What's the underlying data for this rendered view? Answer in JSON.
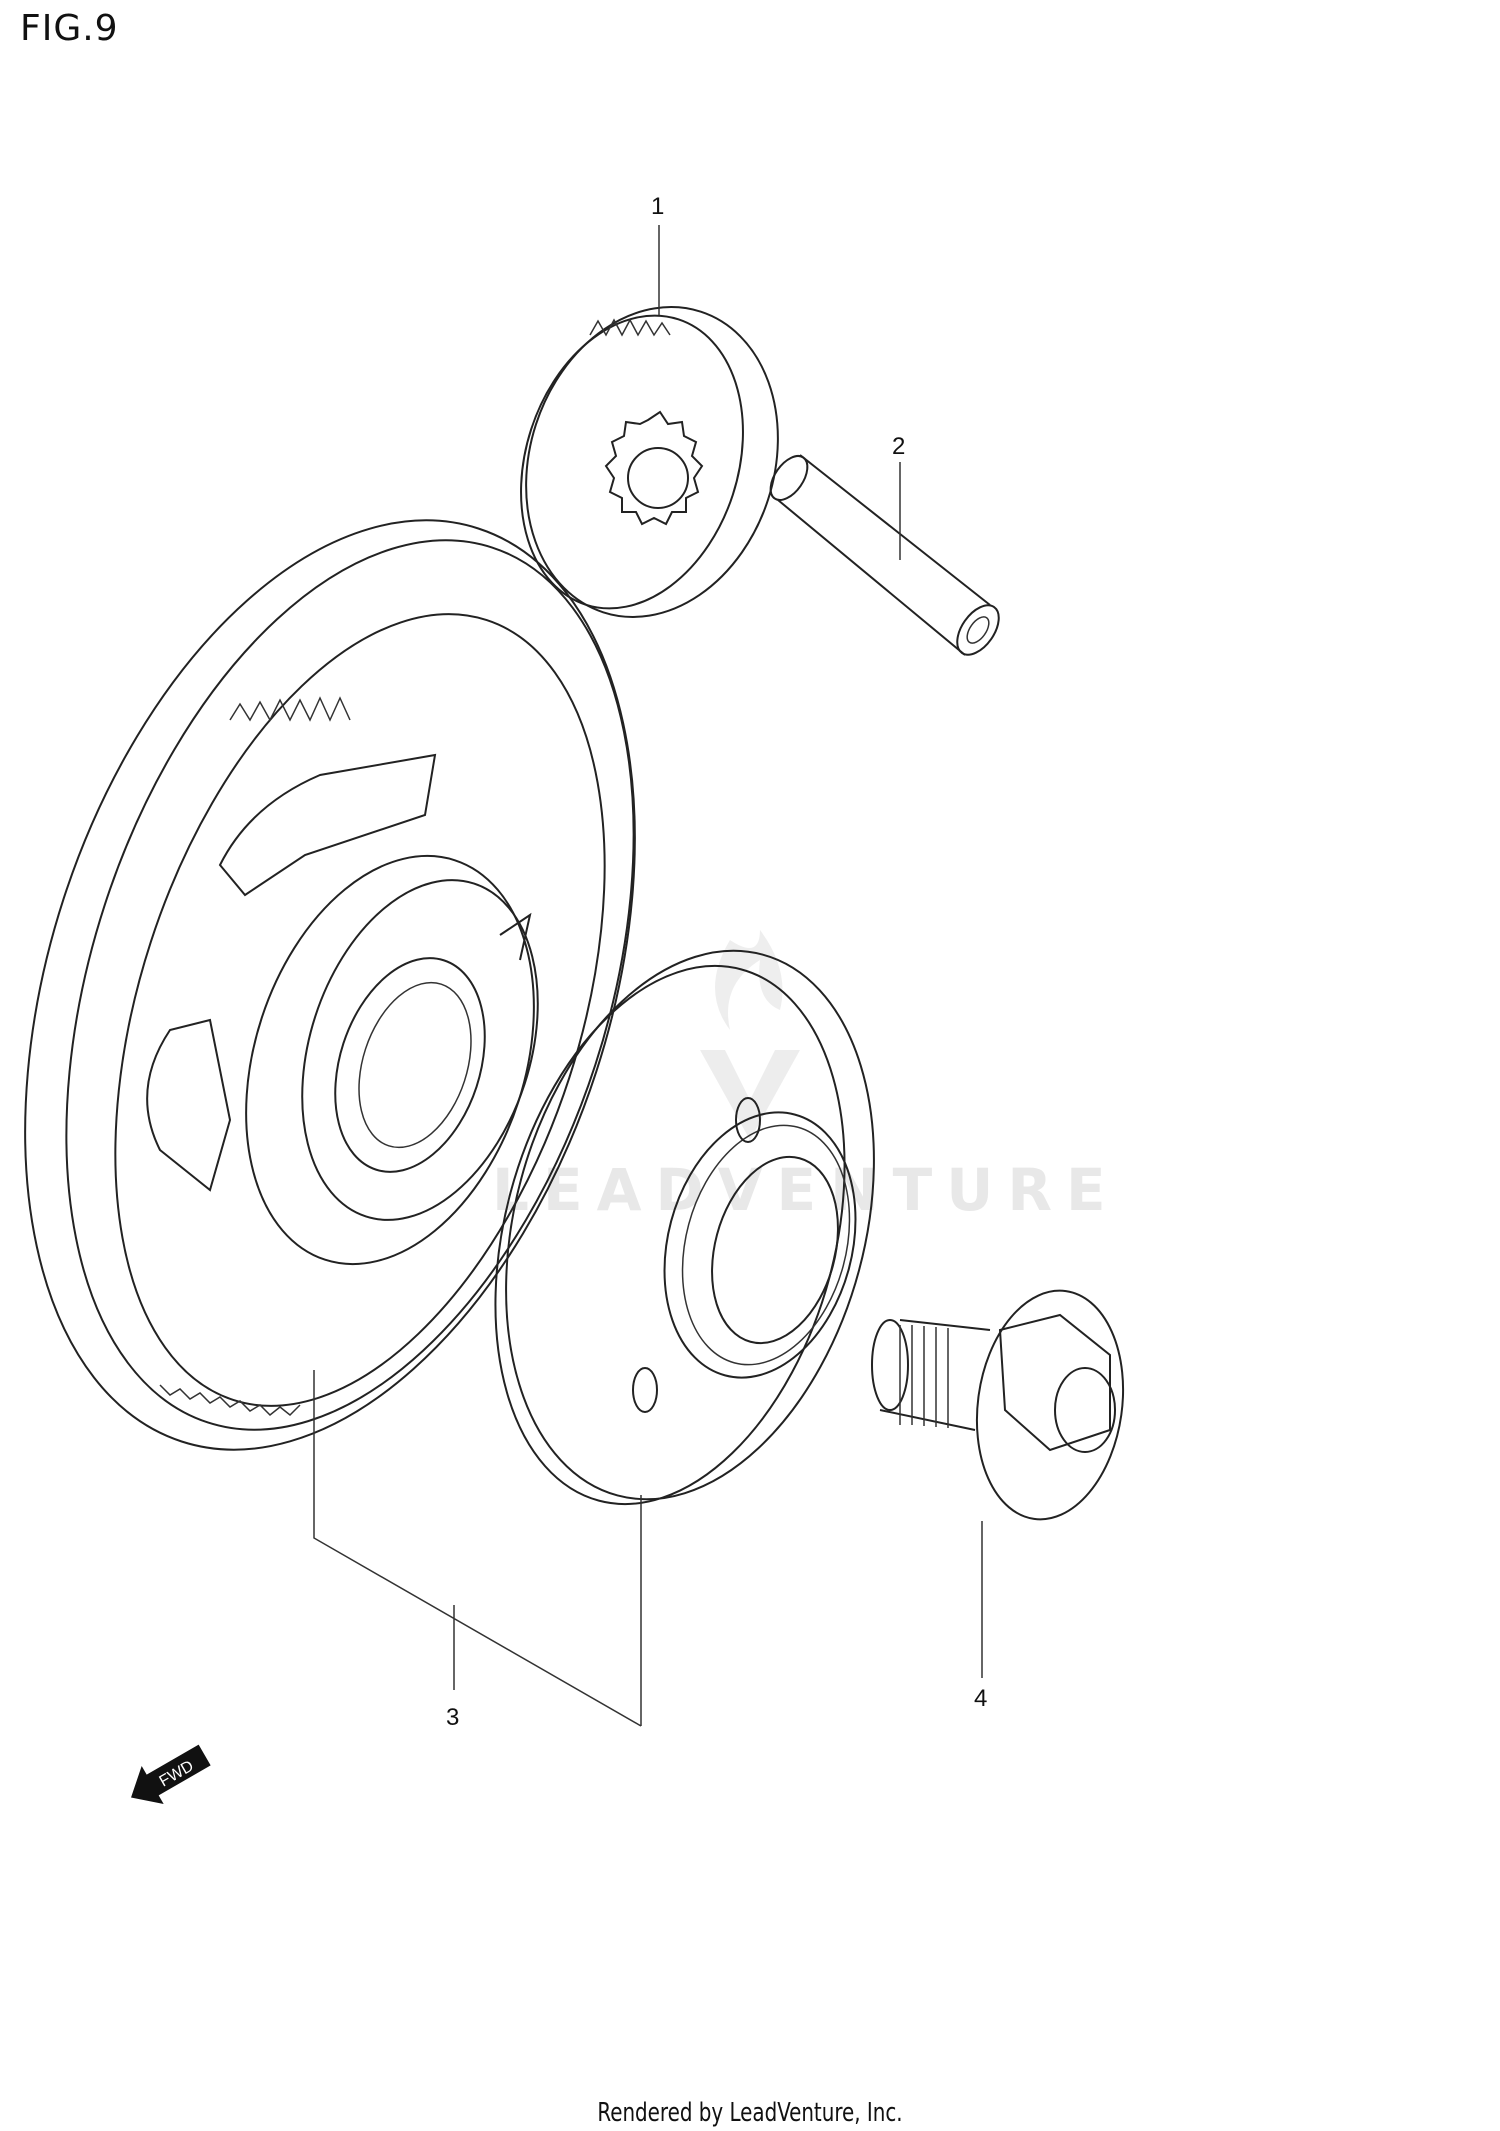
{
  "figure": {
    "title": "FIG.9"
  },
  "callouts": [
    {
      "number": "1"
    },
    {
      "number": "2"
    },
    {
      "number": "3"
    },
    {
      "number": "4"
    }
  ],
  "direction_marker": {
    "label": "FWD",
    "icon": "fwd-arrow-icon"
  },
  "watermark": {
    "text": "LEADVENTURE"
  },
  "footer": {
    "text": "Rendered by LeadVenture, Inc."
  }
}
